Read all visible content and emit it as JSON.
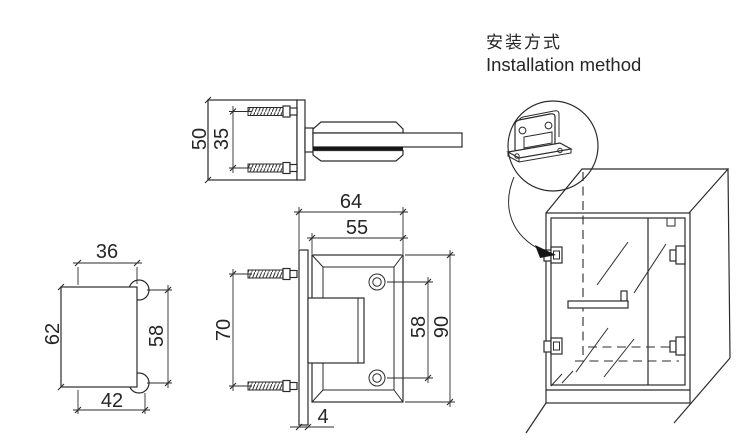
{
  "title": {
    "zh": "安装方式",
    "en": "Installation method"
  },
  "drawing": "glass door hinge technical drawing, three orthographic views with dimensions and installation illustration",
  "dimensions": {
    "top_view": {
      "body_height": "50",
      "screw_spacing": "35"
    },
    "front_view": {
      "overall_width": "64",
      "plate_width": "55",
      "screw_spacing": "70",
      "hole_spacing": "58",
      "overall_height": "90",
      "back_plate_thickness": "4"
    },
    "side_view": {
      "top_width": "36",
      "body_height": "62",
      "knuckle_spacing": "58",
      "bottom_width": "42"
    }
  },
  "colors": {
    "line": "#2b2b2b",
    "background": "#ffffff",
    "gasket": "#161616"
  }
}
